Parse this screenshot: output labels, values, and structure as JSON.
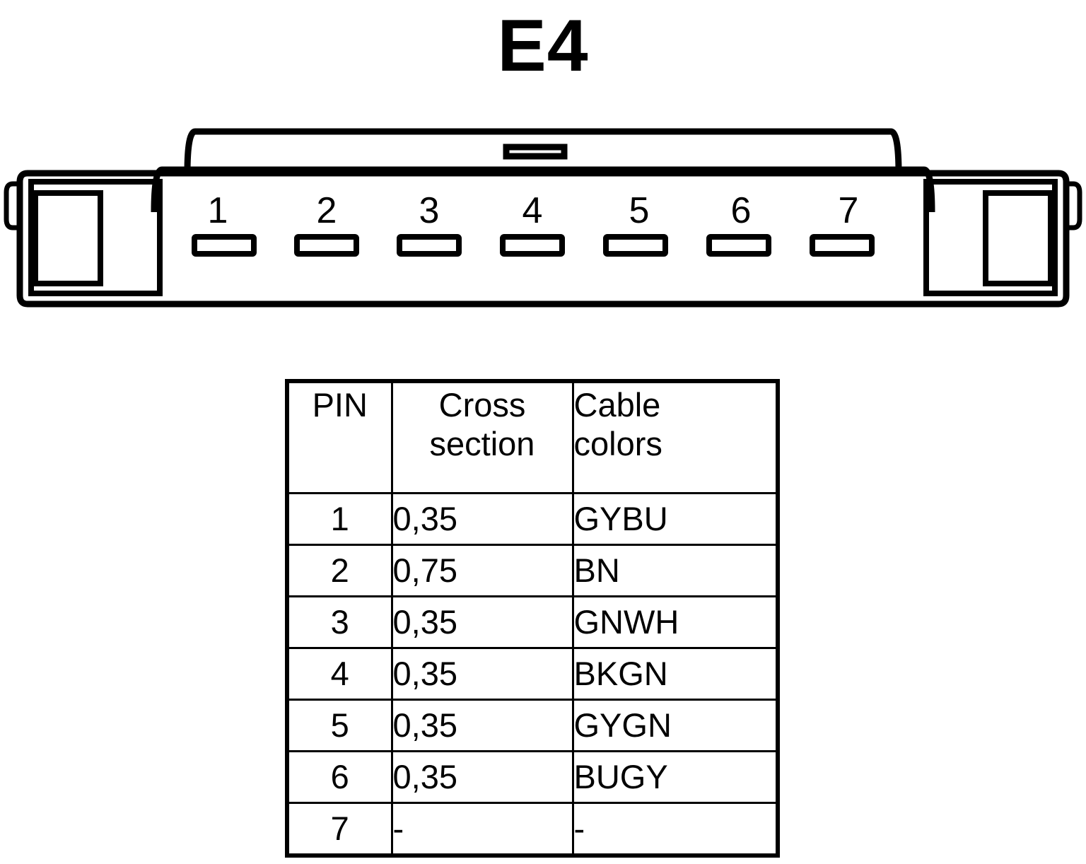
{
  "title": "E4",
  "connector": {
    "pin_numbers": [
      "1",
      "2",
      "3",
      "4",
      "5",
      "6",
      "7"
    ],
    "pin_count": 7
  },
  "table": {
    "headers": {
      "pin": "PIN",
      "cross_section_line1": "Cross",
      "cross_section_line2": "section",
      "cable_colors_line1": "Cable",
      "cable_colors_line2": "colors"
    },
    "rows": [
      {
        "pin": "1",
        "cross_section": "0,35",
        "cable_colors": "GYBU"
      },
      {
        "pin": "2",
        "cross_section": "0,75",
        "cable_colors": "BN"
      },
      {
        "pin": "3",
        "cross_section": "0,35",
        "cable_colors": "GNWH"
      },
      {
        "pin": "4",
        "cross_section": "0,35",
        "cable_colors": "BKGN"
      },
      {
        "pin": "5",
        "cross_section": "0,35",
        "cable_colors": "GYGN"
      },
      {
        "pin": "6",
        "cross_section": "0,35",
        "cable_colors": "BUGY"
      },
      {
        "pin": "7",
        "cross_section": "-",
        "cable_colors": "-"
      }
    ]
  },
  "colors": {
    "ink": "#000000",
    "background": "#ffffff"
  }
}
